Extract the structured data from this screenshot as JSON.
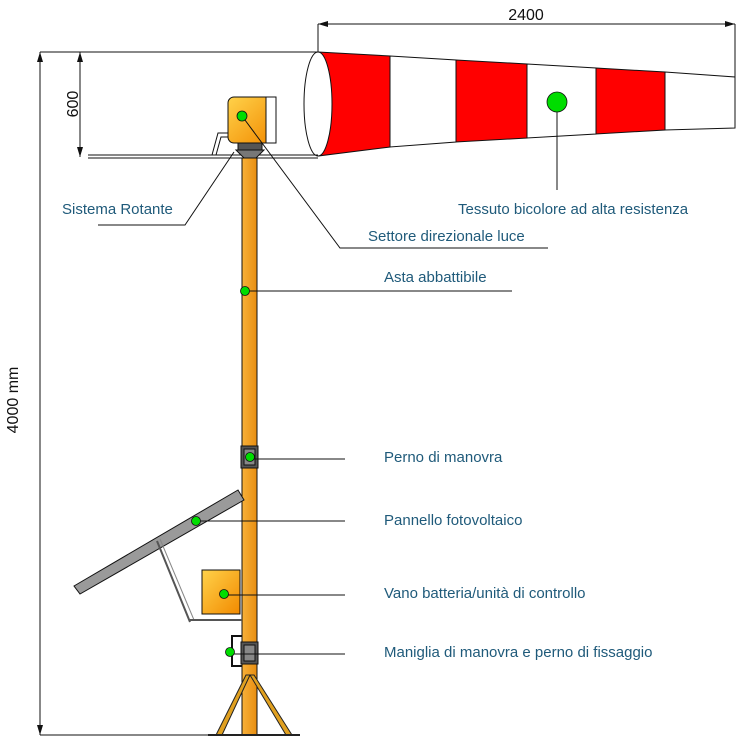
{
  "dimensions": {
    "sock_length": "2400",
    "sock_height": "600",
    "total_height": "4000 mm"
  },
  "labels": {
    "rotating_system": "Sistema Rotante",
    "fabric": "Tessuto  bicolore ad alta resistenza",
    "light_sector": "Settore direzionale luce",
    "mast": "Asta abbattibile",
    "pivot_pin": "Perno di manovra",
    "solar_panel": "Pannello fotovoltaico",
    "battery_box": "Vano batteria/unità di controllo",
    "handle_pin": "Maniglia di manovra e perno di fissaggio"
  },
  "colors": {
    "sock_red": "#ff0000",
    "sock_white": "#ffffff",
    "mast": "#f5a623",
    "marker": "#00dd00",
    "label_text": "#1f5a7a",
    "line": "#111111"
  }
}
